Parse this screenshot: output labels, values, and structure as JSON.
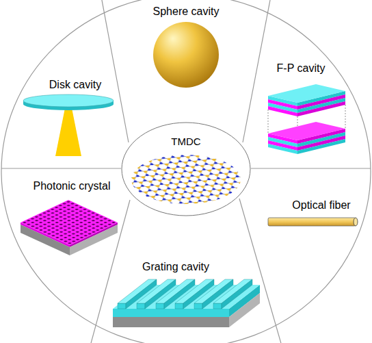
{
  "diagram": {
    "nodes": [
      {
        "text": [
          "Sphere cavity"
        ]
      },
      {
        "text": [
          "Disk cavity"
        ]
      },
      {
        "text": [
          "F-P cavity"
        ]
      },
      {
        "text": [
          "TMDC"
        ]
      },
      {
        "text": [
          "Photonic crystal"
        ]
      },
      {
        "text": [
          "Optical fiber"
        ]
      },
      {
        "text": [
          "Grating cavity"
        ]
      }
    ]
  }
}
